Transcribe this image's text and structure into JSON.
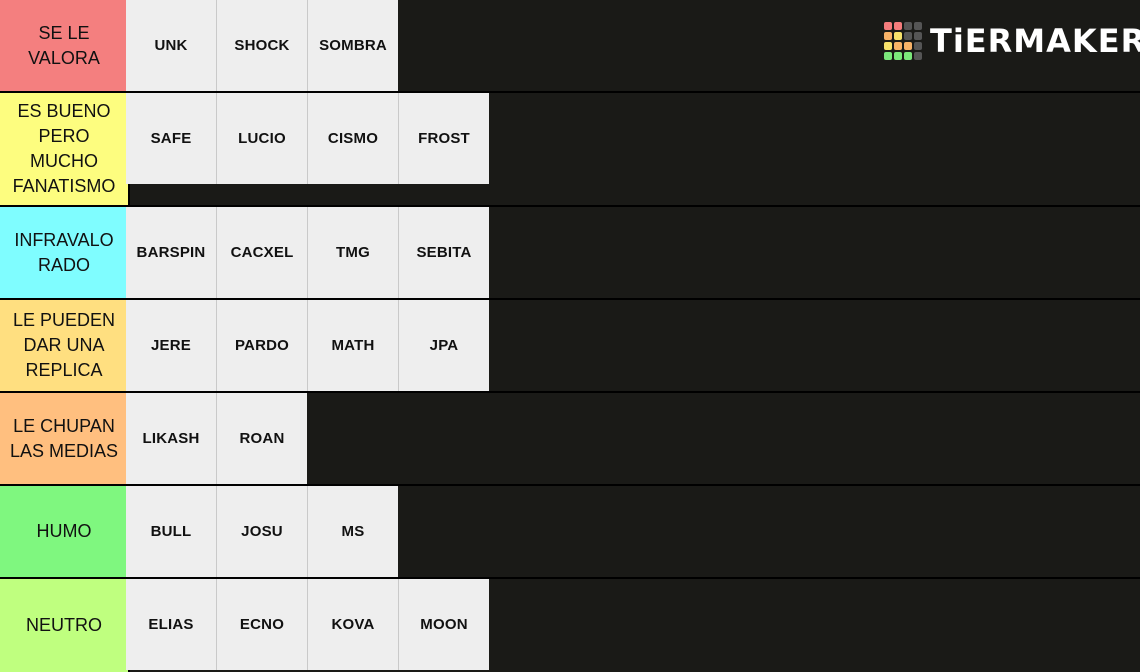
{
  "brand": {
    "name": "TiERMAKER",
    "grid_colors": [
      "#f47c7c",
      "#f47c7c",
      "#555555",
      "#555555",
      "#f7b267",
      "#f7e26b",
      "#555555",
      "#555555",
      "#f7e26b",
      "#f7b267",
      "#f7b267",
      "#555555",
      "#7be87b",
      "#7be87b",
      "#7be87b",
      "#555555"
    ]
  },
  "tiers": [
    {
      "label": "SE LE VALORA",
      "color": "#f47f7f",
      "items": [
        "UNK",
        "SHOCK",
        "SOMBRA"
      ]
    },
    {
      "label": "ES BUENO PERO MUCHO FANATISMO",
      "color": "#fdfd7f",
      "items": [
        "SAFE",
        "LUCIO",
        "CISMO",
        "FROST"
      ]
    },
    {
      "label": "INFRAVALO RADO",
      "color": "#7ffdff",
      "items": [
        "BARSPIN",
        "CACXEL",
        "TMG",
        "SEBITA"
      ]
    },
    {
      "label": "LE PUEDEN DAR UNA REPLICA",
      "color": "#ffdf80",
      "items": [
        "JERE",
        "PARDO",
        "MATH",
        "JPA"
      ]
    },
    {
      "label": "LE CHUPAN LAS MEDIAS",
      "color": "#ffbf7f",
      "items": [
        "LIKASH",
        "ROAN"
      ]
    },
    {
      "label": "HUMO",
      "color": "#7ff77f",
      "items": [
        "BULL",
        "JOSU",
        "MS"
      ]
    },
    {
      "label": "NEUTRO",
      "color": "#bfff7f",
      "items": [
        "ELIAS",
        "ECNO",
        "KOVA",
        "MOON"
      ]
    }
  ]
}
